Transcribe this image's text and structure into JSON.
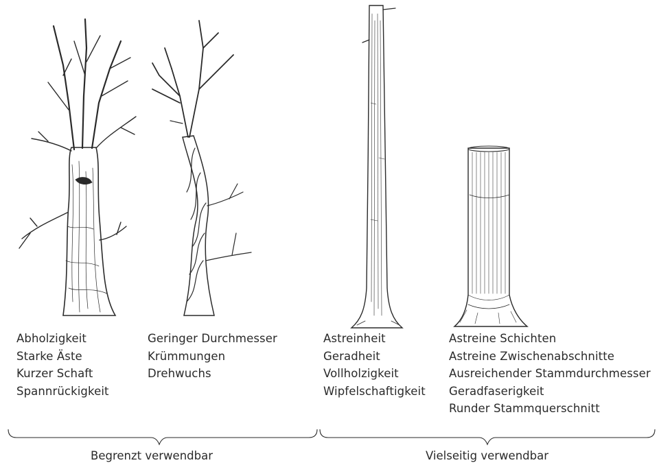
{
  "columns": [
    {
      "items": [
        "Abholzigkeit",
        "Starke Äste",
        "Kurzer Schaft",
        "Spannrückigkeit"
      ]
    },
    {
      "items": [
        "Geringer Durchmesser",
        "Krümmungen",
        "Drehwuchs"
      ]
    },
    {
      "items": [
        "Astreinheit",
        "Geradheit",
        "Vollholzigkeit",
        "Wipfelschaftigkeit"
      ]
    },
    {
      "items": [
        "Astreine Schichten",
        "Astreine Zwischenabschnitte",
        "Ausreichender Stammdurchmesser",
        "Geradfaserigkeit",
        "Runder Stammquerschnitt"
      ]
    }
  ],
  "groups": {
    "limited": "Begrenzt verwendbar",
    "versatile": "Vielseitig verwendbar"
  },
  "colors": {
    "ink": "#2a2a2a",
    "background": "#ffffff"
  },
  "icons": [
    "deciduous-tree-icon",
    "twisted-tree-icon",
    "straight-trunk-icon",
    "log-cross-section-icon"
  ]
}
